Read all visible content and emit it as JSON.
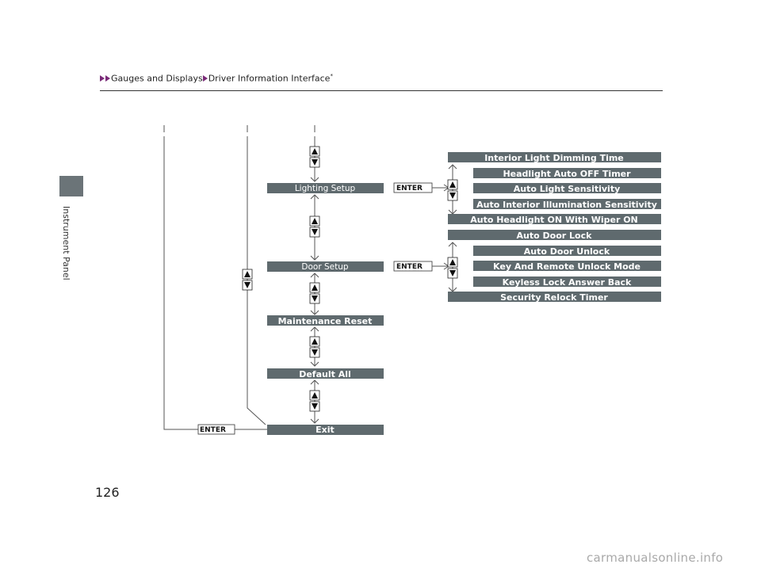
{
  "breadcrumb": {
    "items": [
      "Gauges and Displays",
      "Driver Information Interface"
    ],
    "mark": "*"
  },
  "sidebar": {
    "section": "Instrument Panel"
  },
  "page_number": "126",
  "watermark": "carmanualsonline.info",
  "enter_label": "ENTER",
  "menu": {
    "lighting_setup": "Lighting Setup",
    "door_setup": "Door Setup",
    "maintenance_reset": "Maintenance Reset",
    "default_all": "Default All",
    "exit": "Exit"
  },
  "lighting_items": [
    "Interior Light Dimming Time",
    "Headlight Auto OFF Timer",
    "Auto Light Sensitivity",
    "Auto Interior Illumination Sensitivity",
    "Auto Headlight ON With Wiper ON"
  ],
  "door_items": [
    "Auto Door Lock",
    "Auto Door Unlock",
    "Key And Remote Unlock Mode",
    "Keyless Lock Answer Back",
    "Security Relock Timer"
  ],
  "colors": {
    "bar": "#5f6a6e",
    "accent": "#7a2a78"
  }
}
